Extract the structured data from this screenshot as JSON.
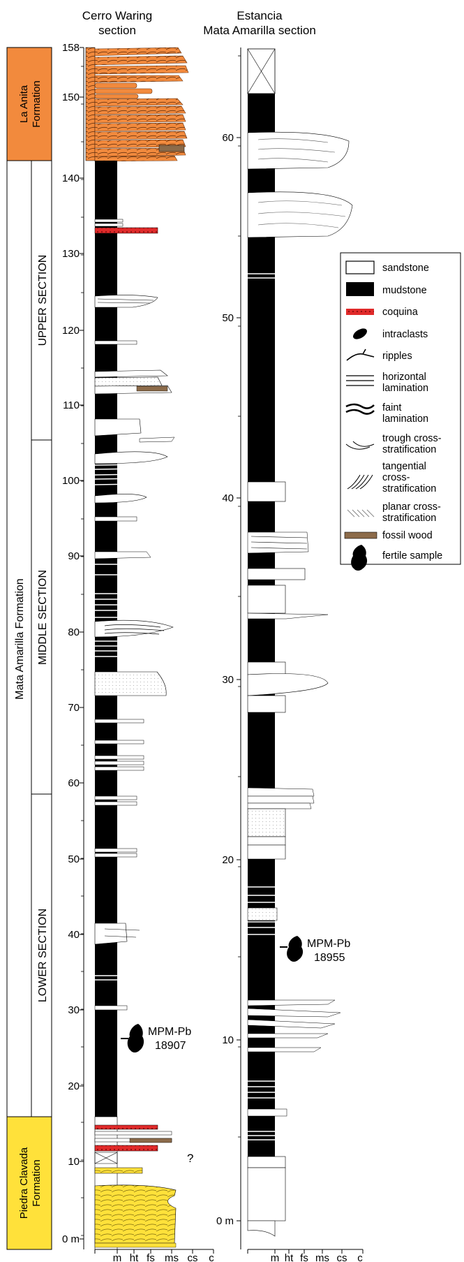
{
  "colors": {
    "la_anita": "#f28a3d",
    "piedra_clavada": "#ffe13a",
    "coquina": "#e02a2a",
    "mudstone": "#000000",
    "sandstone": "#ffffff",
    "fossil_wood": "#8c6b4a"
  },
  "section1": {
    "title_line1": "Cerro Waring",
    "title_line2": "section",
    "ticks": [
      "158",
      "150",
      "140",
      "130",
      "120",
      "110",
      "100",
      "90",
      "80",
      "70",
      "60",
      "50",
      "40",
      "30",
      "20",
      "10",
      "0 m"
    ],
    "grain_labels": [
      "m",
      "ht",
      "fs",
      "ms",
      "cs",
      "c"
    ],
    "sample": {
      "line1": "MPM-Pb",
      "line2": "18907"
    },
    "question_mark": "?"
  },
  "section2": {
    "title_line1": "Estancia",
    "title_line2": "Mata Amarilla section",
    "ticks": [
      "60",
      "50",
      "40",
      "30",
      "20",
      "10",
      "0 m"
    ],
    "grain_labels": [
      "m",
      "ht",
      "fs",
      "ms",
      "cs",
      "c"
    ],
    "sample": {
      "line1": "MPM-Pb",
      "line2": "18955"
    }
  },
  "units": {
    "la_anita_l1": "La Anita",
    "la_anita_l2": "Formation",
    "mata_amarilla": "Mata Amarilla Formation",
    "upper": "UPPER SECTION",
    "middle": "MIDDLE SECTION",
    "lower": "LOWER SECTION",
    "piedra_l1": "Piedra Clavada",
    "piedra_l2": "Formation"
  },
  "legend": [
    {
      "icon": "sandstone-icon",
      "lines": [
        "sandstone"
      ]
    },
    {
      "icon": "mudstone-icon",
      "lines": [
        "mudstone"
      ]
    },
    {
      "icon": "coquina-icon",
      "lines": [
        "coquina"
      ]
    },
    {
      "icon": "intraclasts-icon",
      "lines": [
        "intraclasts"
      ]
    },
    {
      "icon": "ripples-icon",
      "lines": [
        "ripples"
      ]
    },
    {
      "icon": "horizontal-lamination-icon",
      "lines": [
        "horizontal",
        "lamination"
      ]
    },
    {
      "icon": "faint-lamination-icon",
      "lines": [
        "faint",
        "lamination"
      ]
    },
    {
      "icon": "trough-cross-stratification-icon",
      "lines": [
        "trough cross-",
        "stratification"
      ]
    },
    {
      "icon": "tangential-cross-stratification-icon",
      "lines": [
        "tangential",
        "cross-",
        "stratification"
      ]
    },
    {
      "icon": "planar-cross-stratification-icon",
      "lines": [
        "planar cross-",
        "stratification"
      ]
    },
    {
      "icon": "fossil-wood-icon",
      "lines": [
        "fossil wood"
      ]
    },
    {
      "icon": "fertile-sample-icon",
      "lines": [
        "fertile sample"
      ]
    }
  ]
}
